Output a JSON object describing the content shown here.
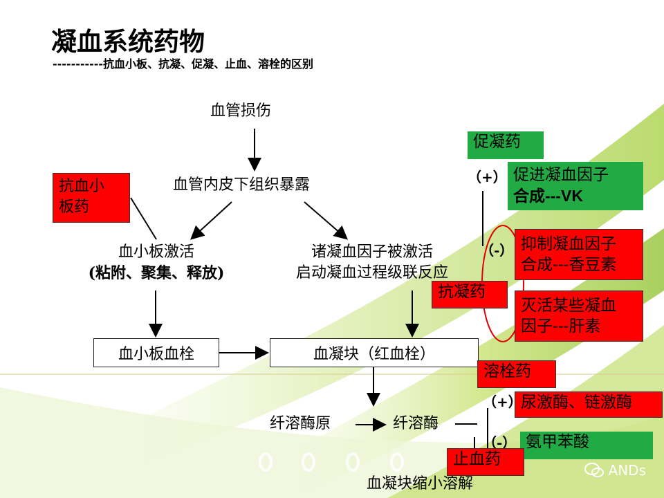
{
  "title": "凝血系统药物",
  "subtitle": "-----------抗血小板、抗凝、促凝、止血、溶栓的区别",
  "nodes": {
    "injury": "血管损伤",
    "exposure": "血管内皮下组织暴露",
    "platelet_activation_1": "血小板激活",
    "platelet_activation_2": "(粘附、聚集、释放)",
    "factors_activated_1": "诸凝血因子被激活",
    "factors_activated_2": "启动凝血过程级联反应",
    "platelet_thrombus": "血小板血栓",
    "clot": "血凝块（红血栓）",
    "plasminogen": "纤溶酶原",
    "plasmin": "纤溶酶",
    "clot_dissolve": "血凝块缩小溶解"
  },
  "drugs": {
    "antiplatelet_1": "抗血小",
    "antiplatelet_2": "板药",
    "procoagulant": "促凝药",
    "procoag_effect_1": "促进凝血因子",
    "procoag_effect_2": "合成---VK",
    "anticoagulant": "抗凝药",
    "anticoag_effect1_1": "抑制凝血因子",
    "anticoag_effect1_2": "合成---香豆素",
    "anticoag_effect2_1": "灭活某些凝血",
    "anticoag_effect2_2": "因子---肝素",
    "thrombolytic": "溶栓药",
    "thrombolytic_effect": "尿激酶、链激酶",
    "hemostatic": "止血药",
    "hemostatic_effect": "氨甲苯酸"
  },
  "signs": {
    "plus": "（+）",
    "minus": "（-）"
  },
  "watermark": "ANDs",
  "colors": {
    "red": "#ff0000",
    "green": "#22aa44"
  }
}
